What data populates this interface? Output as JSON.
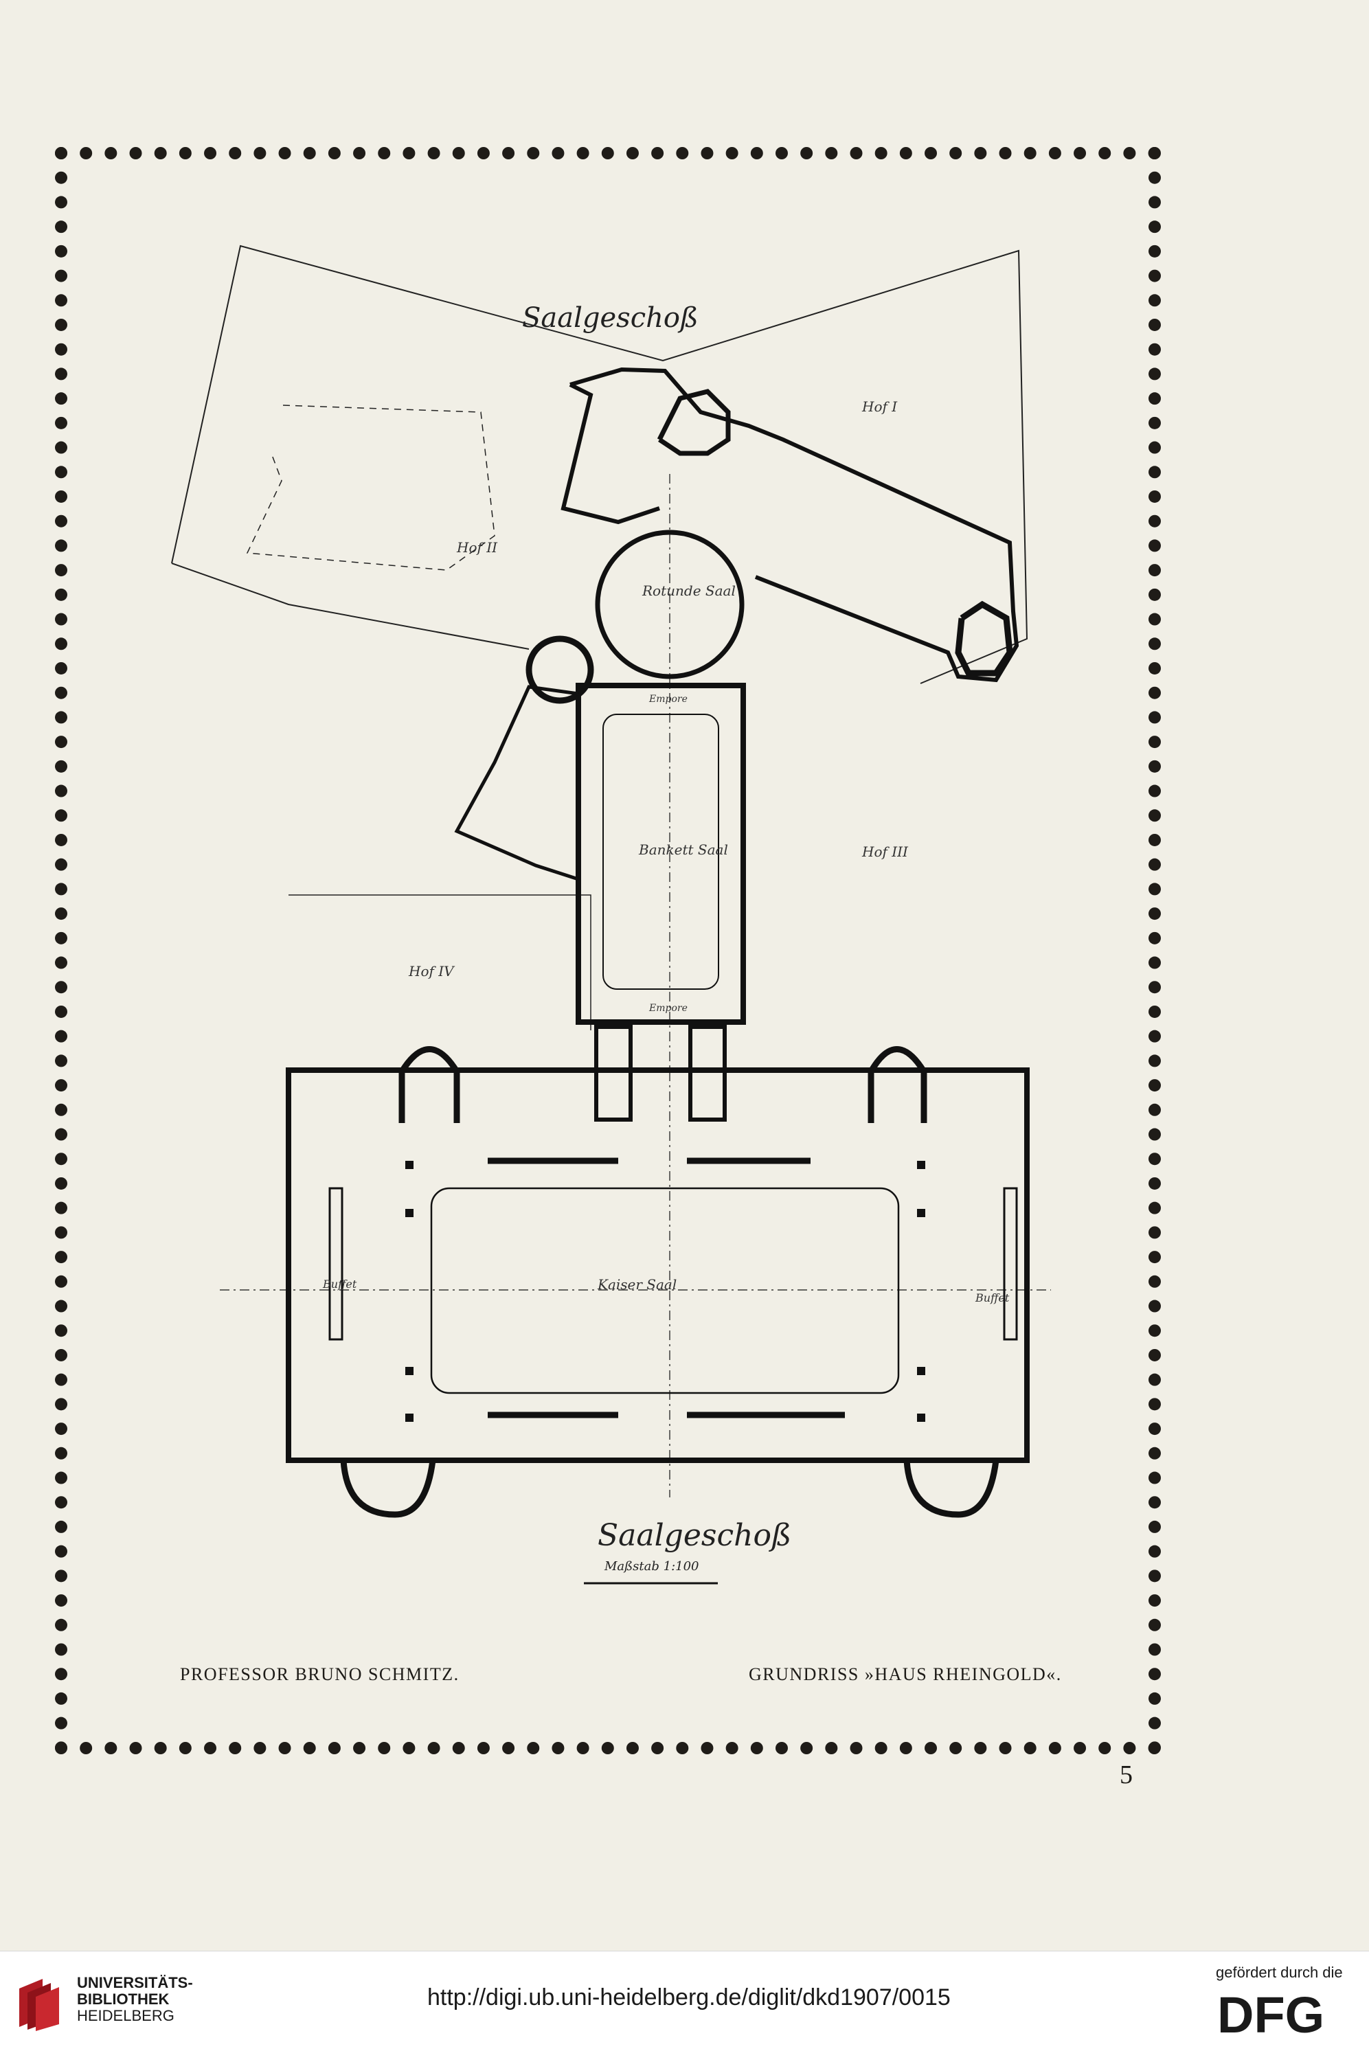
{
  "plan": {
    "title_top": "Saalgeschoß",
    "title_bottom": "Saalgeschoß",
    "scale_note": "Maßstab 1:100",
    "rooms": {
      "rotunde": "Rotunde Saal",
      "bankett": "Bankett Saal",
      "kaiser": "Kaiser Saal",
      "hof_1": "Hof I",
      "hof_2": "Hof II",
      "hof_3": "Hof III",
      "hof_4": "Hof IV",
      "empore_1": "Empore",
      "empore_2": "Empore",
      "buffet_left": "Buffet",
      "buffet_right": "Buffet"
    }
  },
  "caption": {
    "left": "PROFESSOR BRUNO SCHMITZ.",
    "right": "GRUNDRISS »HAUS RHEINGOLD«."
  },
  "page_number": "5",
  "footer": {
    "library_line1": "UNIVERSITÄTS-",
    "library_line2": "BIBLIOTHEK",
    "library_line3": "HEIDELBERG",
    "url": "http://digi.ub.uni-heidelberg.de/diglit/dkd1907/0015",
    "funding_text": "gefördert durch die",
    "funding_logo": "DFG"
  }
}
